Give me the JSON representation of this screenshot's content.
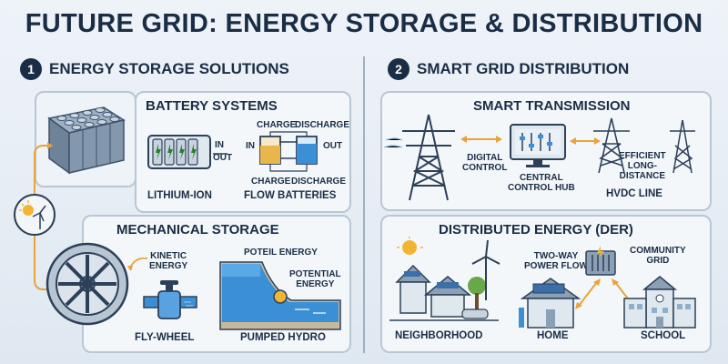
{
  "title": "FUTURE GRID: ENERGY STORAGE & DISTRIBUTION",
  "left": {
    "number": "1",
    "heading": "ENERGY STORAGE SOLUTIONS",
    "battery": {
      "title": "BATTERY SYSTEMS",
      "lithium_in": "IN",
      "lithium_out": "OUT",
      "lithium_label": "LITHIUM-ION",
      "flow_charge_top": "CHARGE",
      "flow_discharge_top": "DISCHARGE",
      "flow_in": "IN",
      "flow_out": "OUT",
      "flow_charge_bottom": "CHARGE",
      "flow_discharge_bottom": "DISCHARGE",
      "flow_label": "FLOW BATTERIES"
    },
    "mechanical": {
      "title": "MECHANICAL STORAGE",
      "kinetic": "KINETIC\nENERGY",
      "flywheel_label": "FLY-WHEEL",
      "potential_top": "POTEIL ENERGY",
      "potential": "POTENTIAL\nENERGY",
      "hydro_label": "PUMPED HYDRO"
    }
  },
  "right": {
    "number": "2",
    "heading": "SMART GRID DISTRIBUTION",
    "transmission": {
      "title": "SMART TRANSMISSION",
      "digital_control": "DIGITAL\nCONTROL",
      "hub": "CENTRAL\nCONTROL HUB",
      "efficient": "EFFICIENT\nLONG-\nDISTANCE",
      "hvdc": "HVDC LINE"
    },
    "der": {
      "title": "DISTRIBUTED ENERGY (DER)",
      "two_way": "TWO-WAY\nPOWER FLOW",
      "community": "COMMUNITY\nGRID",
      "neighborhood": "NEIGHBORHOOD",
      "home": "HOME",
      "school": "SCHOOL"
    }
  },
  "colors": {
    "navy": "#1b2d45",
    "accent_orange": "#e8a33a",
    "battery_green": "#4caf50",
    "water_blue": "#3b8fd4"
  }
}
